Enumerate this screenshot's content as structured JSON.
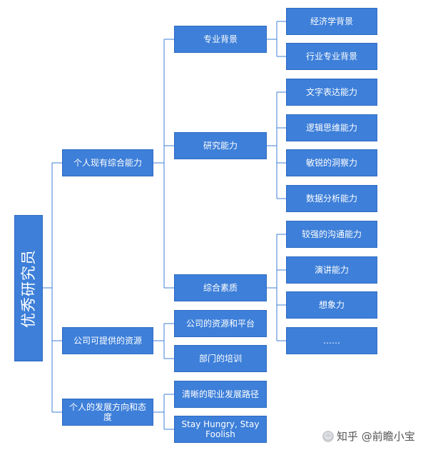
{
  "root": {
    "label": "优秀研究员"
  },
  "level1": [
    {
      "label": "个人现有综合能力"
    },
    {
      "label": "公司可提供的资源"
    },
    {
      "label": "个人的发展方向和态度"
    }
  ],
  "level2": [
    {
      "label": "专业背景"
    },
    {
      "label": "研究能力"
    },
    {
      "label": "综合素质"
    },
    {
      "label": "公司的资源和平台"
    },
    {
      "label": "部门的培训"
    },
    {
      "label": "清晰的职业发展路径"
    },
    {
      "label": "Stay Hungry, Stay Foolish"
    }
  ],
  "level3": [
    {
      "label": "经济学背景"
    },
    {
      "label": "行业专业背景"
    },
    {
      "label": "文字表达能力"
    },
    {
      "label": "逻辑思维能力"
    },
    {
      "label": "敏锐的洞察力"
    },
    {
      "label": "数据分析能力"
    },
    {
      "label": "较强的沟通能力"
    },
    {
      "label": "演讲能力"
    },
    {
      "label": "想象力"
    },
    {
      "label": "……"
    }
  ],
  "watermark": {
    "text": "知乎 @前瞻小宝",
    "icon": "zhihu-user-icon"
  },
  "colors": {
    "node_fill": "#3d7fd9",
    "node_border": "#2f6cc2",
    "connector": "#3d7fd9"
  }
}
